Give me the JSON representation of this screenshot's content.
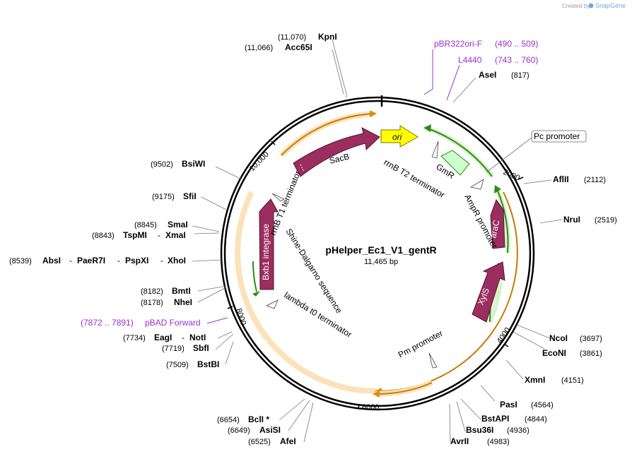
{
  "credit": {
    "created_by": "Created by",
    "brand": "SnapGene"
  },
  "plasmid": {
    "name": "pHelper_Ec1_V1_gentR",
    "length": "11,465 bp"
  },
  "ticks": [
    "2000",
    "4000",
    "6000",
    "8000",
    "10,000"
  ],
  "features": {
    "ori": "ori",
    "sacb": "SacB",
    "bxb1": "Bxb1 integrase",
    "arac": "araC",
    "xyls": "XylS",
    "gmr": "GmR",
    "rrnb_t1": "rrnB T1 terminator",
    "rrnb_t2": "rrnB T2 terminator",
    "shine": "Shine-Dalgarno sequence",
    "lambda": "lambda t0 terminator",
    "ampr_promoter": "AmpR promoter",
    "pm_promoter": "Pm promoter",
    "pc_promoter": "Pc promoter"
  },
  "primers": {
    "pbr322": {
      "name": "pBR322ori-F",
      "range": "(490 .. 509)"
    },
    "l4440": {
      "name": "L4440",
      "range": "(743 .. 760)"
    },
    "pbad": {
      "name": "pBAD Forward",
      "range": "(7872 .. 7891)"
    }
  },
  "sites": {
    "kpni": {
      "name": "KpnI",
      "pos": "(11,070)"
    },
    "acc65i": {
      "name": "Acc65I",
      "pos": "(11,066)"
    },
    "asei": {
      "name": "AseI",
      "pos": "(817)"
    },
    "aflii": {
      "name": "AflII",
      "pos": "(2112)"
    },
    "nrui": {
      "name": "NruI",
      "pos": "(2519)"
    },
    "ncoi": {
      "name": "NcoI",
      "pos": "(3697)"
    },
    "econi": {
      "name": "EcoNI",
      "pos": "(3861)"
    },
    "xmni": {
      "name": "XmnI",
      "pos": "(4151)"
    },
    "pasi": {
      "name": "PasI",
      "pos": "(4564)"
    },
    "bstapi": {
      "name": "BstAPI",
      "pos": "(4844)"
    },
    "bsu36i": {
      "name": "Bsu36I",
      "pos": "(4936)"
    },
    "avrii": {
      "name": "AvrII",
      "pos": "(4983)"
    },
    "bcli": {
      "name": "BclI *",
      "pos": "(6654)"
    },
    "asisi": {
      "name": "AsiSI",
      "pos": "(6649)"
    },
    "afei": {
      "name": "AfeI",
      "pos": "(6525)"
    },
    "bstbi": {
      "name": "BstBI",
      "pos": "(7509)"
    },
    "sbfi": {
      "name": "SbfI",
      "pos": "(7719)"
    },
    "eagi": {
      "name": "EagI",
      "pos": "(7734)"
    },
    "noti": {
      "name": "NotI"
    },
    "bmti": {
      "name": "BmtI",
      "pos": "(8182)"
    },
    "nhei": {
      "name": "NheI",
      "pos": "(8178)"
    },
    "absi": {
      "name": "AbsI",
      "pos": "(8539)"
    },
    "paer7i": {
      "name": "PaeR7I"
    },
    "pspxi": {
      "name": "PspXI"
    },
    "xhoi": {
      "name": "XhoI"
    },
    "smai": {
      "name": "SmaI",
      "pos": "(8845)"
    },
    "tspmi": {
      "name": "TspMI",
      "pos": "(8843)"
    },
    "xmai": {
      "name": "XmaI"
    },
    "sfii": {
      "name": "SfiI",
      "pos": "(9175)"
    },
    "bsiwi": {
      "name": "BsiWI",
      "pos": "(9502)"
    }
  },
  "separator": "-",
  "colors": {
    "backbone": "#000000",
    "feature_maroon": "#9a2e5e",
    "ori_yellow": "#ffff00",
    "gmr_green": "#ccffcc",
    "promoter_green": "#40a020",
    "orange_band": "#f5b041",
    "primer_purple": "#9b30d0"
  }
}
